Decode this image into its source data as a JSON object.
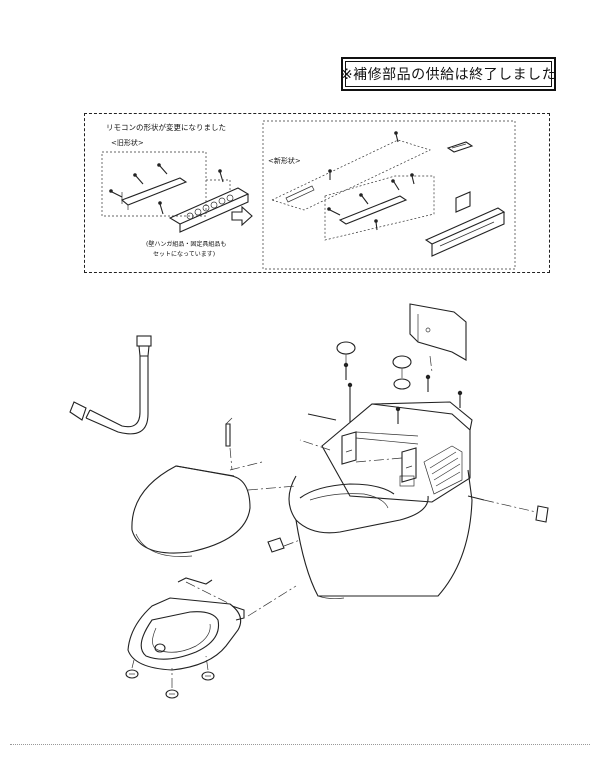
{
  "notice": {
    "text": "※補修部品の供給は終了しました"
  },
  "inset": {
    "title": "リモコンの形状が変更になりました",
    "old_label": "<旧形状>",
    "new_label": "<新形状>",
    "note_line1": "(壁ハンガ組品・固定具組品も",
    "note_line2": "セットになっています)"
  }
}
